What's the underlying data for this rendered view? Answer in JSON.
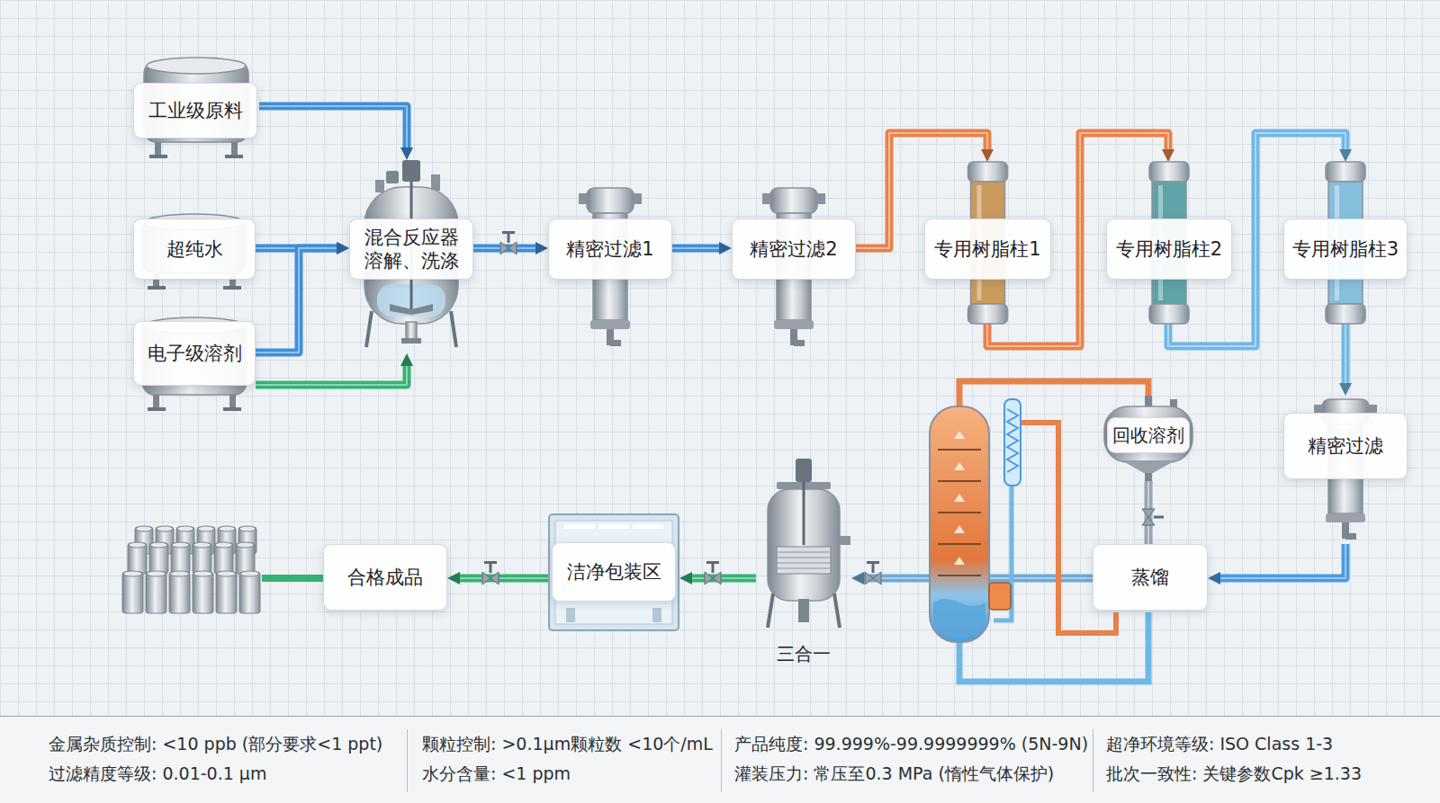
{
  "diagram": {
    "nodes": [
      {
        "text": [
          "工业级原料"
        ]
      },
      {
        "text": [
          "超纯水"
        ]
      },
      {
        "text": [
          "电子级溶剂"
        ]
      },
      {
        "text": [
          "混合反应器 溶解、洗涤"
        ]
      },
      {
        "text": [
          "精密过滤1"
        ]
      },
      {
        "text": [
          "精密过滤2"
        ]
      },
      {
        "text": [
          "专用树脂柱1"
        ]
      },
      {
        "text": [
          "专用树脂柱2"
        ]
      },
      {
        "text": [
          "专用树脂柱3"
        ]
      },
      {
        "text": [
          "回收溶剂"
        ]
      },
      {
        "text": [
          "精密过滤"
        ]
      },
      {
        "text": [
          "蒸馏"
        ]
      },
      {
        "text": [
          "三合一"
        ]
      },
      {
        "text": [
          "洁净包装区"
        ]
      },
      {
        "text": [
          "合格成品"
        ]
      }
    ],
    "edges": [
      {
        "from": 0,
        "to": 3,
        "arrow": "to"
      },
      {
        "from": 1,
        "to": 3,
        "arrow": "to"
      },
      {
        "from": 2,
        "to": 3,
        "arrow": "to"
      },
      {
        "from": 2,
        "to": 3,
        "arrow": "to"
      },
      {
        "from": 3,
        "to": 4,
        "arrow": "to"
      },
      {
        "from": 4,
        "to": 5,
        "arrow": "to"
      },
      {
        "from": 5,
        "to": 6,
        "arrow": "to"
      },
      {
        "from": 6,
        "to": 7,
        "arrow": "to"
      },
      {
        "from": 7,
        "to": 8,
        "arrow": "to"
      },
      {
        "from": 8,
        "to": 10,
        "arrow": "to"
      },
      {
        "from": 10,
        "to": 11,
        "arrow": "to"
      },
      {
        "from": 9,
        "to": 11,
        "arrow": "none"
      },
      {
        "from": 11,
        "to": 12,
        "arrow": "to"
      },
      {
        "from": 12,
        "to": 13,
        "arrow": "to"
      },
      {
        "from": 13,
        "to": 14,
        "arrow": "to"
      }
    ],
    "labels": [
      "金属杂质控制: <10 ppb (部分要求<1 ppt)",
      "过滤精度等级: 0.01-0.1 µm",
      "颗粒控制: >0.1µm颗粒数 <10个/mL",
      "水分含量: <1 ppm",
      "产品纯度: 99.999%-99.9999999% (5N-9N)",
      "灌装压力: 常压至0.3 MPa (惰性气体保护)",
      "超净环境等级: ISO Class 1-3",
      "批次一致性: 关键参数Cpk ≥1.33"
    ]
  }
}
